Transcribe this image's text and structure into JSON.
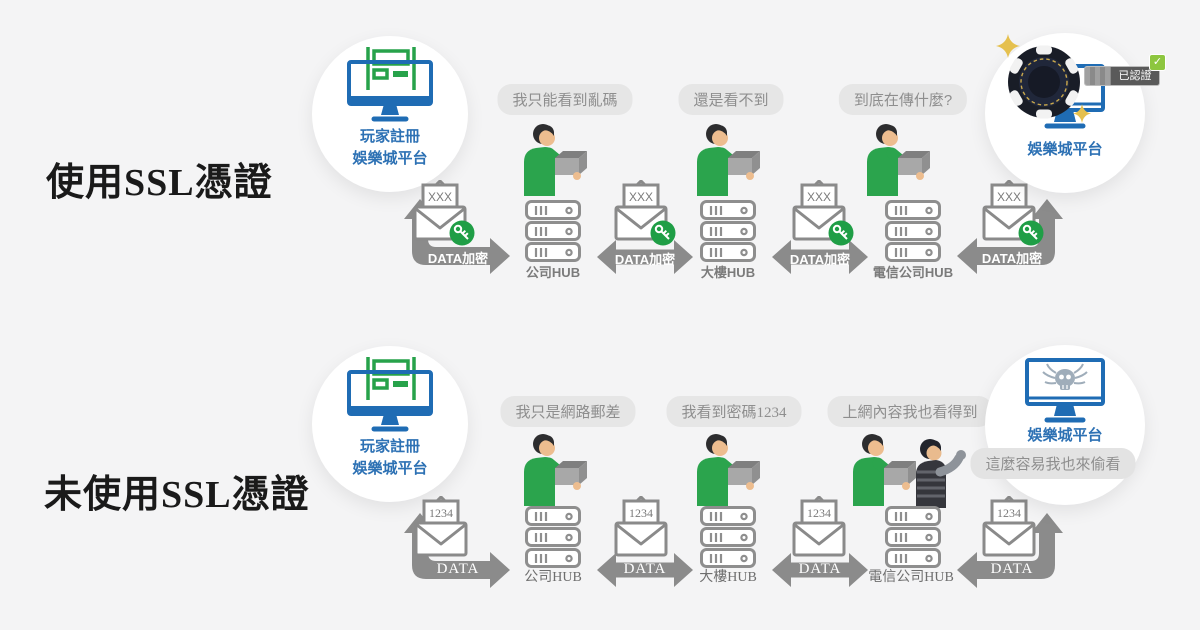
{
  "colors": {
    "background": "#f4f4f5",
    "arrow_grey": "#8b8b8b",
    "bubble_bg": "#e6e6e6",
    "bubble_text": "#8e8e8e",
    "monitor_blue": "#1f6cb4",
    "form_green": "#27a24a",
    "person_green": "#2ba44d",
    "key_badge_green": "#1f9e46",
    "check_green": "#8dc63f",
    "hub_label_grey": "#7b7b7b",
    "platform_label_blue": "#2d71b4",
    "title_black": "#1a1a1a"
  },
  "icons": {
    "check": "✓"
  },
  "rows": [
    {
      "title": "使用SSL憑證",
      "player_circle": {
        "label_line1": "玩家註冊",
        "label_line2": "娛樂城平台"
      },
      "bubbles": [
        "我只能看到亂碼",
        "還是看不到",
        "到底在傳什麼?"
      ],
      "hubs": [
        "公司HUB",
        "大樓HUB",
        "電信公司HUB"
      ],
      "envelope_label": "XXX",
      "arrow_label": "DATA加密",
      "platform_circle": {
        "label": "娛樂城平台",
        "badge": "已認證"
      }
    },
    {
      "title": "未使用SSL憑證",
      "player_circle": {
        "label_line1": "玩家註冊",
        "label_line2": "娛樂城平台"
      },
      "bubbles": [
        "我只是網路郵差",
        "我看到密碼1234",
        "上網內容我也看得到"
      ],
      "hubs": [
        "公司HUB",
        "大樓HUB",
        "電信公司HUB"
      ],
      "envelope_label": "1234",
      "arrow_label": "DATA",
      "platform_circle": {
        "label": "娛樂城平台"
      },
      "hacker_bubble": "這麼容易我也來偷看"
    }
  ]
}
